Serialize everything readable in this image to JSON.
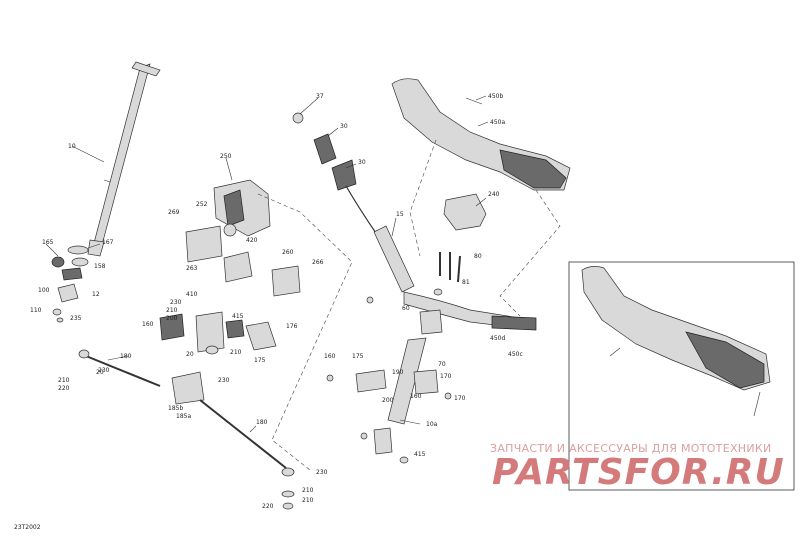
{
  "diagram": {
    "code": "23T2002",
    "callouts": [
      "10",
      "165",
      "167",
      "158",
      "12",
      "100",
      "110",
      "235",
      "269",
      "252",
      "263",
      "250",
      "420",
      "260",
      "266",
      "410",
      "230",
      "210",
      "200",
      "415",
      "160",
      "20",
      "210",
      "175",
      "176",
      "180",
      "20",
      "220",
      "230",
      "185b",
      "185a",
      "180",
      "210",
      "230",
      "210",
      "220",
      "210",
      "230",
      "37",
      "30",
      "30",
      "15",
      "240",
      "450b",
      "450a",
      "80",
      "81",
      "60",
      "70",
      "10a",
      "450d",
      "450c",
      "160",
      "175",
      "190",
      "200",
      "160",
      "170",
      "170",
      "415"
    ],
    "watermark_top": "ЗАПЧАСТИ И АКСЕССУАРЫ ДЛЯ МОТОТЕХНИКИ",
    "watermark_logo": "PARTSFOR.RU"
  }
}
